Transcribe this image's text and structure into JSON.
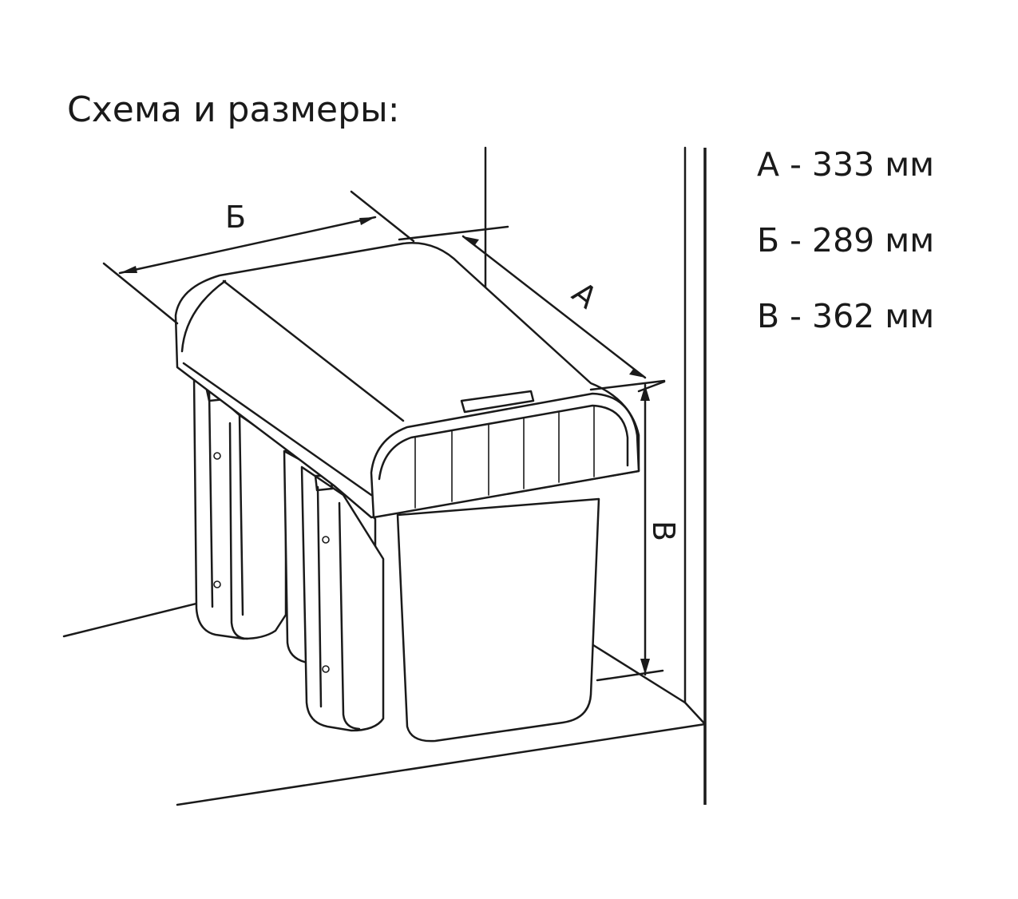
{
  "title": "Схема и размеры:",
  "dimension_labels": {
    "a": "А",
    "b": "Б",
    "v": "В"
  },
  "dimensions": [
    {
      "key": "A",
      "text": "А - 333 мм"
    },
    {
      "key": "B",
      "text": "Б - 289 мм"
    },
    {
      "key": "V",
      "text": "В - 362 мм"
    }
  ]
}
